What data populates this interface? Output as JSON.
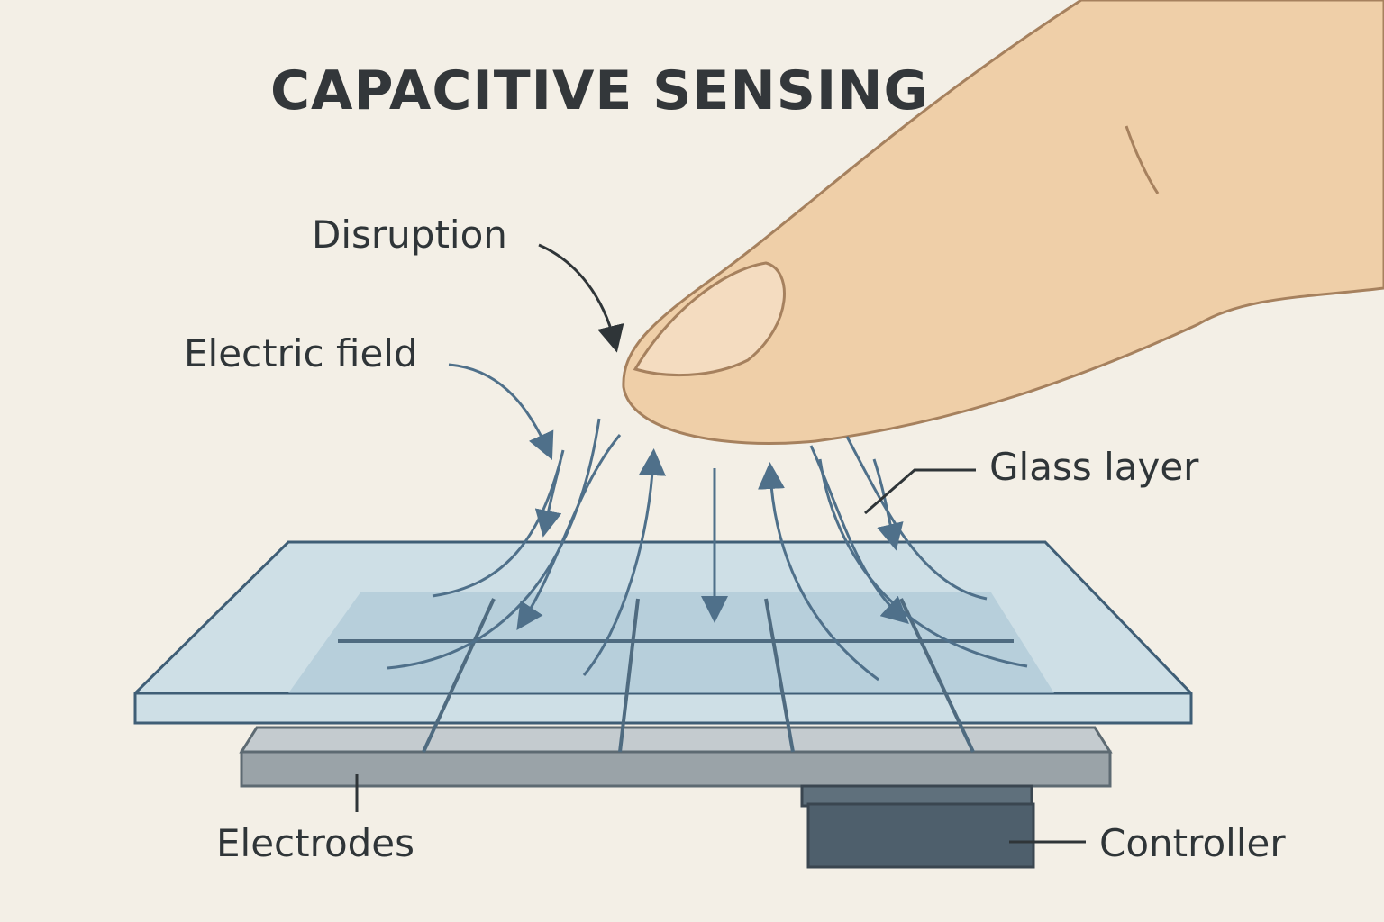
{
  "title": "CAPACITIVE SENSING",
  "labels": {
    "disruption": "Disruption",
    "electric_field": "Electric field",
    "glass_layer": "Glass layer",
    "electrodes": "Electrodes",
    "controller": "Controller"
  },
  "colors": {
    "background": "#f3efe6",
    "skin": "#efcfa8",
    "glass": "#b9d3df",
    "field": "#4f708a",
    "electrode": "#9aa3a8",
    "controller": "#4e5f6c"
  }
}
